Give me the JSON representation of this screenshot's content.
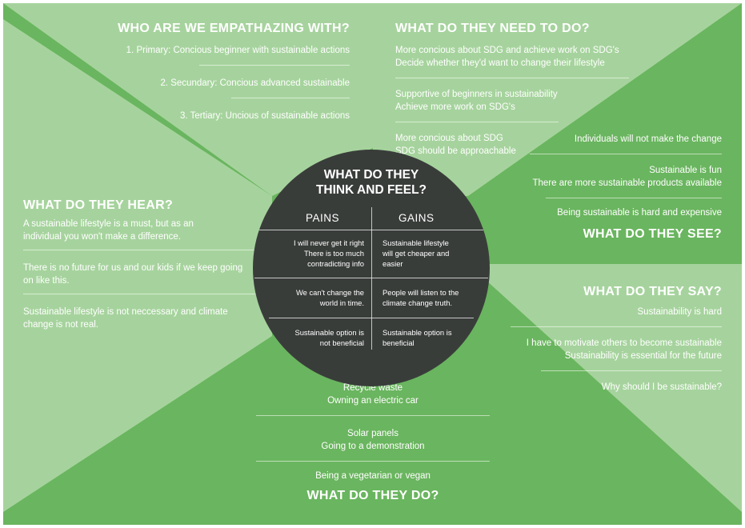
{
  "colors": {
    "background": "#ffffff",
    "green_dark": "#6ab55f",
    "green_mid": "#88c47e",
    "green_light": "#a6d39d",
    "circle": "#393d3a",
    "text": "#ffffff"
  },
  "who": {
    "title": "WHO ARE WE EMPATHAZING WITH?",
    "items": [
      {
        "lines": [
          "1. Primary: Concious beginner with sustainable actions"
        ]
      },
      {
        "lines": [
          "2. Secundary: Concious advanced sustainable"
        ]
      },
      {
        "lines": [
          "3. Tertiary: Uncious of sustainable actions"
        ]
      }
    ]
  },
  "need": {
    "title": "WHAT DO THEY NEED TO DO?",
    "items": [
      {
        "lines": [
          "More concious about SDG and achieve work on SDG's",
          "Decide whether they'd want to change their lifestyle"
        ]
      },
      {
        "lines": [
          "Supportive of beginners in sustainability",
          "Achieve more work on SDG's"
        ]
      },
      {
        "lines": [
          "More concious about SDG",
          "SDG should be approachable"
        ]
      }
    ]
  },
  "see": {
    "title": "WHAT DO THEY SEE?",
    "items": [
      {
        "lines": [
          "Individuals will not make the change"
        ]
      },
      {
        "lines": [
          "Sustainable is fun",
          "There are more sustainable products available"
        ]
      },
      {
        "lines": [
          "Being sustainable is hard and expensive"
        ]
      }
    ]
  },
  "hear": {
    "title": "WHAT DO THEY HEAR?",
    "items": [
      {
        "lines": [
          "A sustainable lifestyle is a must, but as an",
          "individual you won't make a difference."
        ]
      },
      {
        "lines": [
          "There is no future for us and our kids if we keep going",
          "on like this."
        ]
      },
      {
        "lines": [
          "Sustainable lifestyle is not neccessary and climate",
          "change is not real."
        ]
      }
    ]
  },
  "say": {
    "title": "WHAT DO THEY SAY?",
    "items": [
      {
        "lines": [
          "Sustainability is hard"
        ]
      },
      {
        "lines": [
          "I have to motivate others to become sustainable",
          "Sustainability is essential for the future"
        ]
      },
      {
        "lines": [
          "Why should I be sustainable?"
        ]
      }
    ]
  },
  "do": {
    "title": "WHAT DO THEY DO?",
    "items": [
      {
        "lines": [
          "Recycle waste",
          "Owning an electric car"
        ]
      },
      {
        "lines": [
          "Solar panels",
          "Going to a demonstration"
        ]
      },
      {
        "lines": [
          "Being a vegetarian or vegan"
        ]
      }
    ]
  },
  "think": {
    "title_lines": [
      "WHAT DO THEY",
      "THINK AND FEEL?"
    ],
    "pains_label": "PAINS",
    "gains_label": "GAINS",
    "pains": [
      {
        "lines": [
          "I will never get it right",
          "There is too much",
          "contradicting info"
        ]
      },
      {
        "lines": [
          "We can't change the",
          "world in time."
        ]
      },
      {
        "lines": [
          "Sustainable option is",
          "not beneficial"
        ]
      }
    ],
    "gains": [
      {
        "lines": [
          "Sustainable lifestyle",
          "will get cheaper and",
          "easier"
        ]
      },
      {
        "lines": [
          "People will listen to the",
          "climate change truth."
        ]
      },
      {
        "lines": [
          "Sustainable option is",
          "beneficial"
        ]
      }
    ]
  }
}
